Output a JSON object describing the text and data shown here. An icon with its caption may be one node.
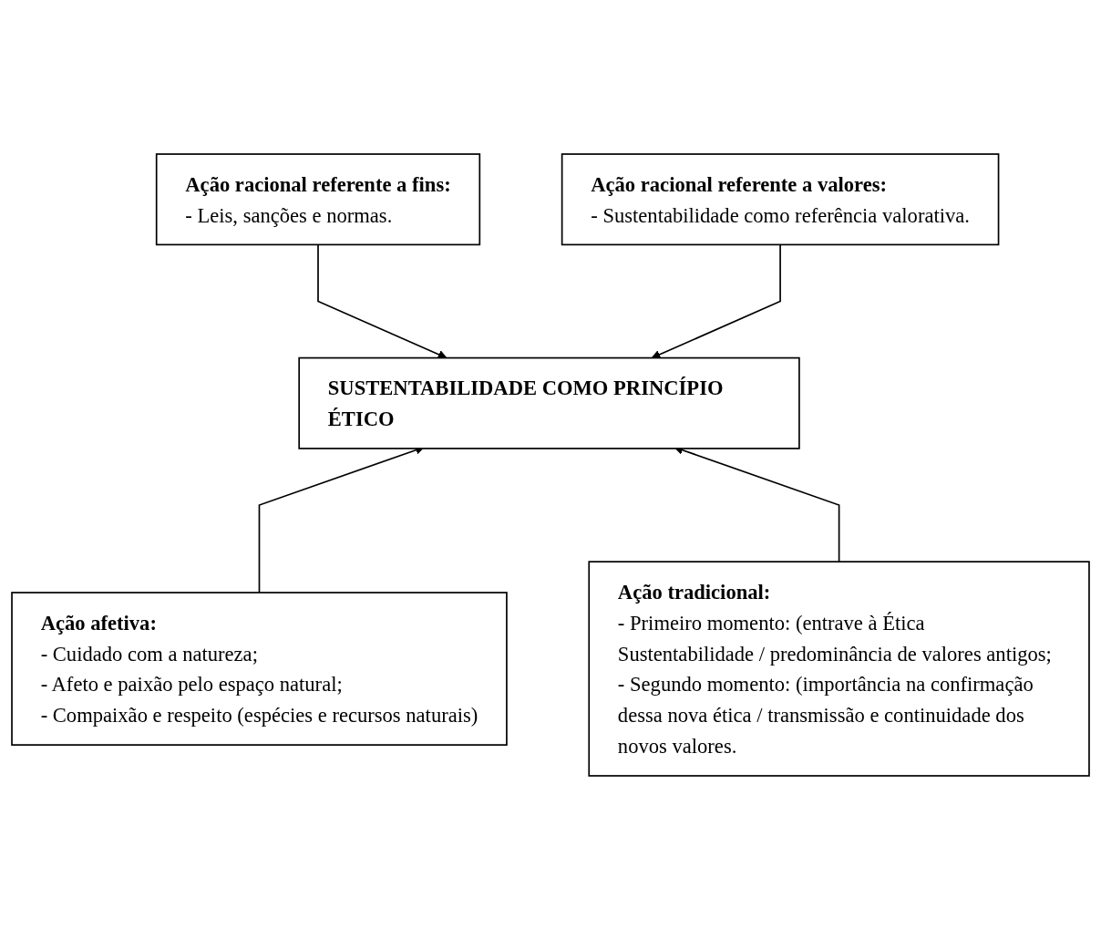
{
  "diagram": {
    "nodes": [
      {
        "text": [
          "Ação racional referente a fins:",
          "- Leis, sanções e normas."
        ]
      },
      {
        "text": [
          "Ação racional referente a valores:",
          "- Sustentabilidade como referência valorativa."
        ]
      },
      {
        "text": [
          "SUSTENTABILIDADE COMO PRINCÍPIO ÉTICO"
        ]
      },
      {
        "text": [
          "Ação afetiva:",
          "- Cuidado com a natureza;",
          "- Afeto e paixão pelo espaço natural;",
          "- Compaixão e respeito (espécies e recursos naturais)"
        ]
      },
      {
        "text": [
          "Ação tradicional:",
          "- Primeiro momento: (entrave à Ética Sustentabilidade / predominância de valores antigos;",
          "- Segundo momento: (importância na confirmação dessa nova ética / transmissão e continuidade dos novos valores."
        ]
      }
    ],
    "edges": [
      {
        "from": 0,
        "to": 2,
        "arrow": "to"
      },
      {
        "from": 1,
        "to": 2,
        "arrow": "to"
      },
      {
        "from": 3,
        "to": 2,
        "arrow": "to"
      },
      {
        "from": 4,
        "to": 2,
        "arrow": "to"
      }
    ]
  }
}
